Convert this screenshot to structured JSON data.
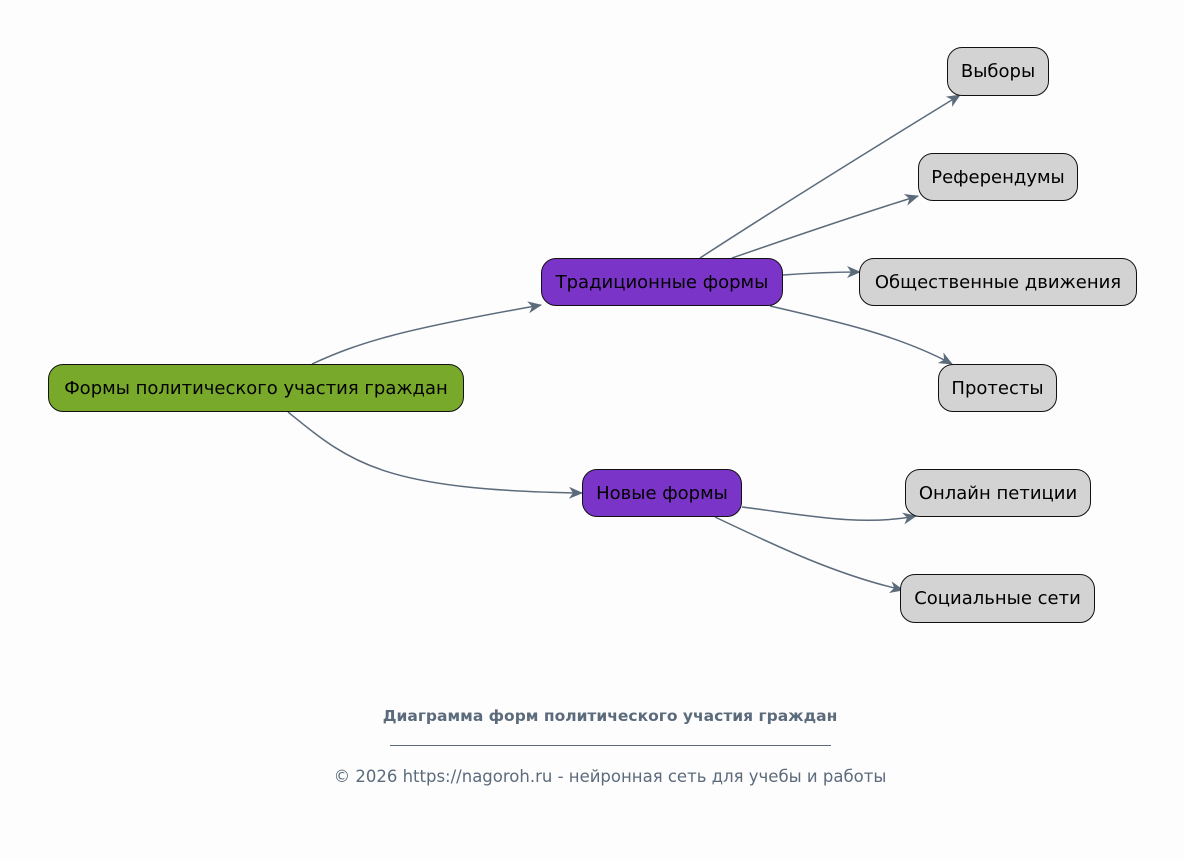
{
  "diagram": {
    "nodes": [
      {
        "id": "root",
        "label": "Формы политического участия граждан",
        "kind": "root"
      },
      {
        "id": "trad",
        "label": "Традиционные формы",
        "kind": "group"
      },
      {
        "id": "new",
        "label": "Новые формы",
        "kind": "group"
      },
      {
        "id": "vybory",
        "label": "Выборы",
        "kind": "leaf"
      },
      {
        "id": "ref",
        "label": "Референдумы",
        "kind": "leaf"
      },
      {
        "id": "obsh",
        "label": "Общественные движения",
        "kind": "leaf"
      },
      {
        "id": "prot",
        "label": "Протесты",
        "kind": "leaf"
      },
      {
        "id": "onl",
        "label": "Онлайн петиции",
        "kind": "leaf"
      },
      {
        "id": "soc",
        "label": "Социальные сети",
        "kind": "leaf"
      }
    ],
    "edges": [
      {
        "from": "root",
        "to": "trad"
      },
      {
        "from": "root",
        "to": "new"
      },
      {
        "from": "trad",
        "to": "vybory"
      },
      {
        "from": "trad",
        "to": "ref"
      },
      {
        "from": "trad",
        "to": "obsh"
      },
      {
        "from": "trad",
        "to": "prot"
      },
      {
        "from": "new",
        "to": "onl"
      },
      {
        "from": "new",
        "to": "soc"
      }
    ],
    "colors": {
      "root": "#78a92a",
      "group": "#7b34c8",
      "leaf": "#d3d3d3",
      "edge": "#5c6b7c"
    }
  },
  "footer": {
    "caption": "Диаграмма форм политического участия граждан",
    "copyright": "© 2026 https://nagoroh.ru - нейронная сеть для учебы и работы"
  }
}
